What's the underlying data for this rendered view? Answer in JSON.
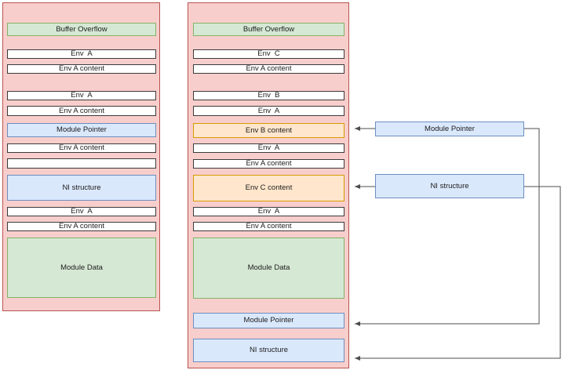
{
  "palette": {
    "pink_fill": "#f8cecc",
    "pink_stroke": "#b85450",
    "green_fill": "#d5e8d4",
    "green_stroke": "#82b366",
    "blue_fill": "#dae8fc",
    "blue_stroke": "#6c8ebf",
    "orange_fill": "#ffe6cc",
    "orange_stroke": "#d79b00",
    "white_fill": "#ffffff",
    "white_stroke": "#3b3b3b",
    "connector_color": "#4d4d4d"
  },
  "stacks": [
    {
      "name": "memory-stack-before",
      "rows": [
        {
          "label": "Buffer Overflow",
          "color": "green"
        },
        {
          "label": "Env  A",
          "color": "white"
        },
        {
          "label": "Env A content",
          "color": "white"
        },
        {
          "label": "Env  A",
          "color": "white"
        },
        {
          "label": "Env A content",
          "color": "white"
        },
        {
          "label": "Module Pointer",
          "color": "blue"
        },
        {
          "label": "Env A content",
          "color": "white"
        },
        {
          "label": "",
          "color": "white"
        },
        {
          "label": "NI structure",
          "color": "blue"
        },
        {
          "label": "Env  A",
          "color": "white"
        },
        {
          "label": "Env A content",
          "color": "white"
        },
        {
          "label": "Module Data",
          "color": "green"
        }
      ]
    },
    {
      "name": "memory-stack-after",
      "rows": [
        {
          "label": "Buffer Overflow",
          "color": "green"
        },
        {
          "label": "Env  C",
          "color": "white"
        },
        {
          "label": "Env A content",
          "color": "white"
        },
        {
          "label": "Env  B",
          "color": "white"
        },
        {
          "label": "Env  A",
          "color": "white"
        },
        {
          "label": "Env B content",
          "color": "orange"
        },
        {
          "label": "Env  A",
          "color": "white"
        },
        {
          "label": "Env A content",
          "color": "white"
        },
        {
          "label": "Env C content",
          "color": "orange"
        },
        {
          "label": "Env  A",
          "color": "white"
        },
        {
          "label": "Env A content",
          "color": "white"
        },
        {
          "label": "Module Data",
          "color": "green"
        },
        {
          "label": "Module Pointer",
          "color": "blue"
        },
        {
          "label": "NI structure",
          "color": "blue"
        }
      ]
    }
  ],
  "external_boxes": [
    {
      "label": "Module Pointer",
      "color": "blue"
    },
    {
      "label": "NI structure",
      "color": "blue"
    }
  ],
  "connectors": [
    {
      "from": "external-module-pointer-box",
      "to": "env-b-content-block"
    },
    {
      "from": "external-ni-structure-box",
      "to": "env-c-content-block"
    },
    {
      "from": "external-module-pointer-box",
      "to": "bottom-module-pointer-block"
    },
    {
      "from": "external-ni-structure-box",
      "to": "bottom-ni-structure-block"
    }
  ]
}
